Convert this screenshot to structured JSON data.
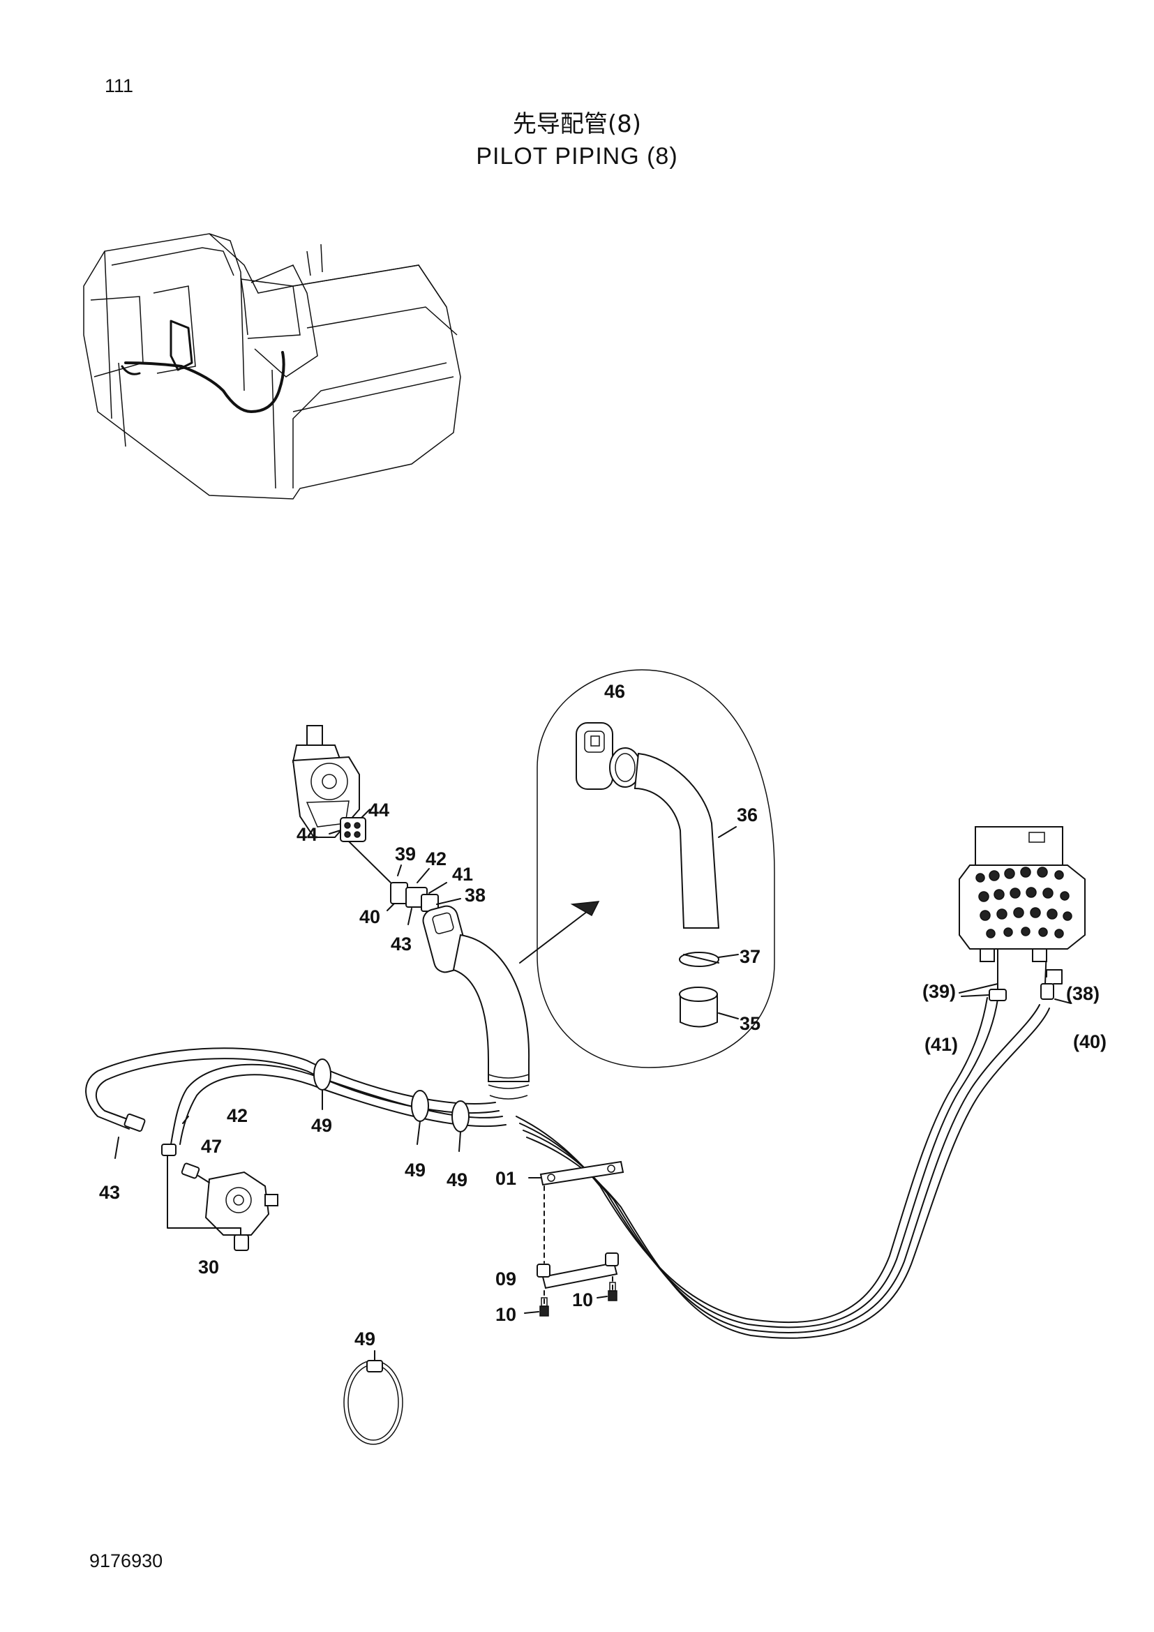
{
  "header": {
    "page_number": "111",
    "title_cn": "先导配管(8)",
    "title_en": "PILOT  PIPING (8)"
  },
  "footer": {
    "doc_number": "9176930"
  },
  "callouts": {
    "c46": "46",
    "c36": "36",
    "c37": "37",
    "c35": "35",
    "c44a": "44",
    "c44b": "44",
    "c39": "39",
    "c42a": "42",
    "c41": "41",
    "c38": "38",
    "c40": "40",
    "c43a": "43",
    "c39p": "(39)",
    "c38p": "(38)",
    "c41p": "(41)",
    "c40p": "(40)",
    "c42b": "42",
    "c47": "47",
    "c43b": "43",
    "c30": "30",
    "c49a": "49",
    "c49b": "49",
    "c49c": "49",
    "c49d": "49",
    "c01": "01",
    "c09": "09",
    "c10a": "10",
    "c10b": "10"
  }
}
